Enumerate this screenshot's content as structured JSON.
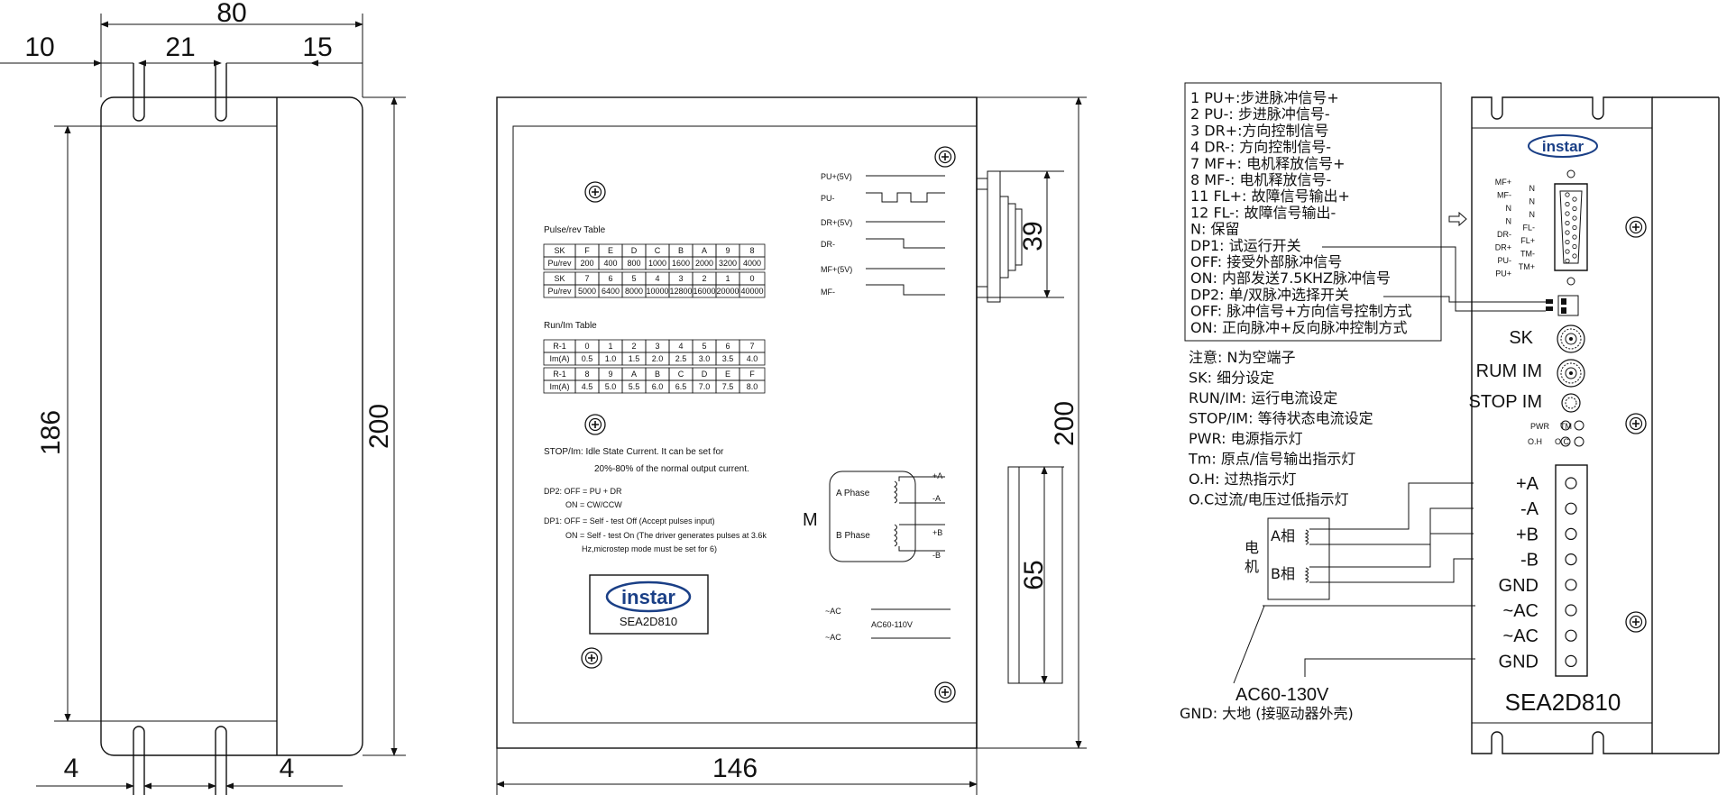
{
  "dims": {
    "w80": "80",
    "d10": "10",
    "d21": "21",
    "d15": "15",
    "h186": "186",
    "h200a": "200",
    "d4l": "4",
    "d4r": "4",
    "w146": "146",
    "h200b": "200",
    "h39": "39",
    "h65": "65"
  },
  "signals": [
    "PU+(5V)",
    "PU-",
    "DR+(5V)",
    "DR-",
    "MF+(5V)",
    "MF-"
  ],
  "pulse_table": {
    "title": "Pulse/rev Table",
    "rows": [
      [
        "SK",
        "F",
        "E",
        "D",
        "C",
        "B",
        "A",
        "9",
        "8"
      ],
      [
        "Pu/rev",
        "200",
        "400",
        "800",
        "1000",
        "1600",
        "2000",
        "3200",
        "4000"
      ],
      [
        "SK",
        "7",
        "6",
        "5",
        "4",
        "3",
        "2",
        "1",
        "0"
      ],
      [
        "Pu/rev",
        "5000",
        "6400",
        "8000",
        "10000",
        "12800",
        "16000",
        "20000",
        "40000"
      ]
    ]
  },
  "run_table": {
    "title": "Run/Im Table",
    "rows": [
      [
        "R-1",
        "0",
        "1",
        "2",
        "3",
        "4",
        "5",
        "6",
        "7"
      ],
      [
        "Im(A)",
        "0.5",
        "1.0",
        "1.5",
        "2.0",
        "2.5",
        "3.0",
        "3.5",
        "4.0"
      ],
      [
        "R-1",
        "8",
        "9",
        "A",
        "B",
        "C",
        "D",
        "E",
        "F"
      ],
      [
        "Im(A)",
        "4.5",
        "5.0",
        "5.5",
        "6.0",
        "6.5",
        "7.0",
        "7.5",
        "8.0"
      ]
    ]
  },
  "notes": {
    "stop1": "STOP/Im: Idle State Current. It can be set for",
    "stop2": "20%-80% of the normal output current.",
    "dp2a": "DP2: OFF = PU + DR",
    "dp2b": "ON  = CW/CCW",
    "dp1a": "DP1: OFF = Self - test Off (Accept pulses input)",
    "dp1b": "ON  = Self - test On (The driver generates pulses at 3.6k",
    "dp1c": "Hz,microstep mode must be set for 6)"
  },
  "brand": {
    "logo": "instar",
    "model": "SEA2D810"
  },
  "motor": {
    "m": "M",
    "a_phase": "A Phase",
    "b_phase": "B Phase",
    "pa": "+A",
    "ma": "-A",
    "pb": "+B",
    "mb": "-B"
  },
  "ac": {
    "ac1": "~AC",
    "ac2": "~AC",
    "range": "AC60-110V"
  },
  "legend": [
    "1 PU+:步进脉冲信号+",
    "2 PU-: 步进脉冲信号-",
    "3 DR+:方向控制信号",
    "4 DR-: 方向控制信号-",
    "7 MF+: 电机释放信号+",
    "8 MF-: 电机释放信号-",
    "11 FL+: 故障信号输出+",
    "12 FL-: 故障信号输出-",
    "N: 保留",
    "DP1: 试运行开关",
    "OFF: 接受外部脉冲信号",
    "ON: 内部发送7.5KHZ脉冲信号",
    "DP2: 单/双脉冲选择开关",
    "OFF: 脉冲信号+方向信号控制方式",
    "ON: 正向脉冲+反向脉冲控制方式"
  ],
  "notes2": [
    "注意: N为空端子",
    "SK: 细分设定",
    "RUN/IM: 运行电流设定",
    "STOP/IM: 等待状态电流设定",
    "PWR: 电源指示灯",
    "Tm: 原点/信号输出指示灯",
    "O.H: 过热指示灯",
    "O.C过流/电压过低指示灯"
  ],
  "db15_left": [
    "MF+",
    "MF-",
    "N",
    "N",
    "DR-",
    "DR+",
    "PU-",
    "PU+"
  ],
  "db15_right": [
    "N",
    "N",
    "N",
    "FL-",
    "FL+",
    "TM-",
    "TM+"
  ],
  "panel": {
    "sk": "SK",
    "rum": "RUM IM",
    "stop": "STOP IM",
    "pwr": "PWR",
    "tm": "TM",
    "oh": "O.H",
    "oc": "O.C",
    "model": "SEA2D810"
  },
  "terminals": [
    "+A",
    "-A",
    "+B",
    "-B",
    "GND",
    "~AC",
    "~AC",
    "GND"
  ],
  "wiring": {
    "motor_cn": "电机",
    "a_cn": "A相",
    "b_cn": "B相",
    "ac_range": "AC60-130V",
    "gnd_note": "GND: 大地 (接驱动器外壳)"
  }
}
